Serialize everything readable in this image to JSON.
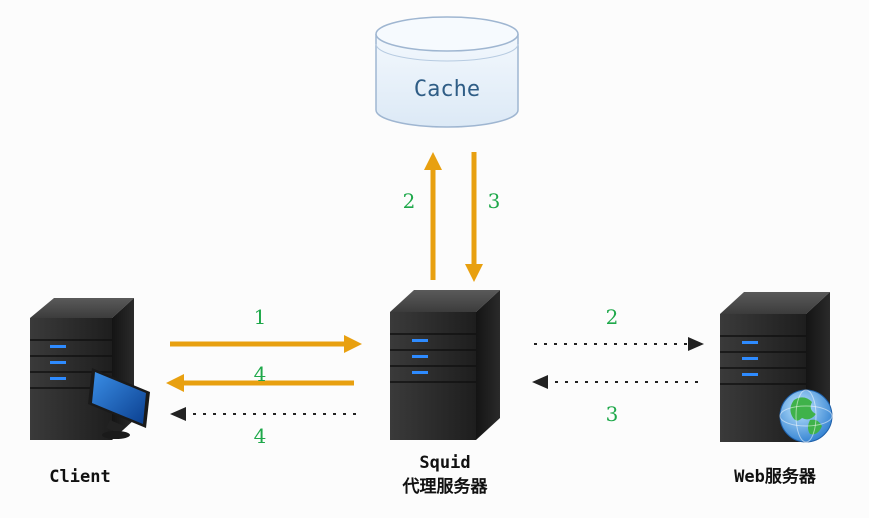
{
  "cache": {
    "label": "Cache"
  },
  "nodes": {
    "client": {
      "label": "Client"
    },
    "proxy": {
      "label_line1": "Squid",
      "label_line2": "代理服务器"
    },
    "web": {
      "label": "Web服务器"
    }
  },
  "steps": {
    "client_to_proxy": "1",
    "proxy_to_client_solid": "4",
    "proxy_to_client_dotted": "4",
    "proxy_to_cache": "2",
    "cache_to_proxy": "3",
    "proxy_to_web": "2",
    "web_to_proxy": "3"
  },
  "colors": {
    "arrow_solid": "#e8a010",
    "arrow_dotted": "#222222",
    "step_number": "#1ea84a",
    "cache_fill": "#eaf2fb",
    "cache_stroke": "#9fb6d1"
  }
}
